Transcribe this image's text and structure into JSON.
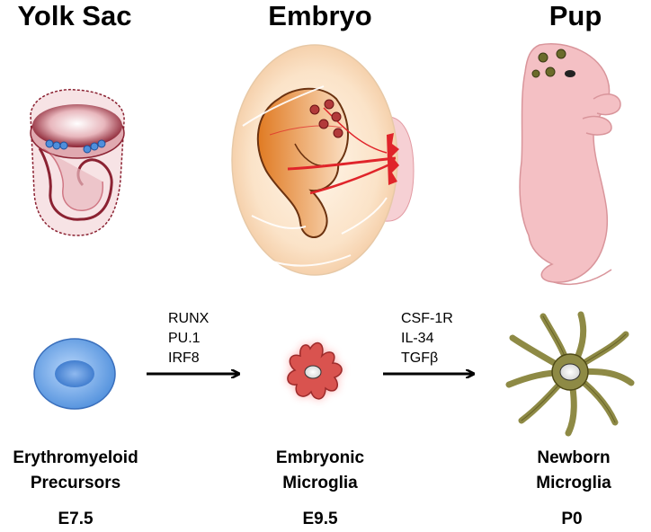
{
  "stages": [
    {
      "title": "Yolk Sac",
      "cell_line1": "Erythromyeloid",
      "cell_line2": "Precursors",
      "code": "E7.5"
    },
    {
      "title": "Embryo",
      "cell_line1": "Embryonic",
      "cell_line2": "Microglia",
      "code": "E9.5"
    },
    {
      "title": "Pup",
      "cell_line1": "Newborn",
      "cell_line2": "Microglia",
      "code": "P0"
    }
  ],
  "transitions": [
    {
      "factors": [
        "RUNX",
        "PU.1",
        "IRF8"
      ]
    },
    {
      "factors": [
        "CSF-1R",
        "IL-34",
        "TGFβ"
      ]
    }
  ],
  "colors": {
    "precursor_cell": "#4f8fdc",
    "embryonic_microglia": "#d9534f",
    "newborn_microglia": "#8e8a45",
    "yolk_sac": "#8b2232",
    "embryo_body": "#e08a3c",
    "pup_skin": "#f4c0c4",
    "vessel": "#e0242a"
  }
}
